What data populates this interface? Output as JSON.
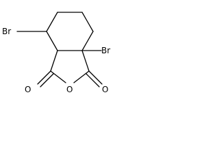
{
  "molecule": {
    "atoms": {
      "br_left": "Br",
      "br_right": "Br",
      "o_left": "O",
      "o_ring": "O",
      "o_right": "O"
    },
    "colors": {
      "bond": "#000000",
      "background": "#ffffff"
    }
  }
}
